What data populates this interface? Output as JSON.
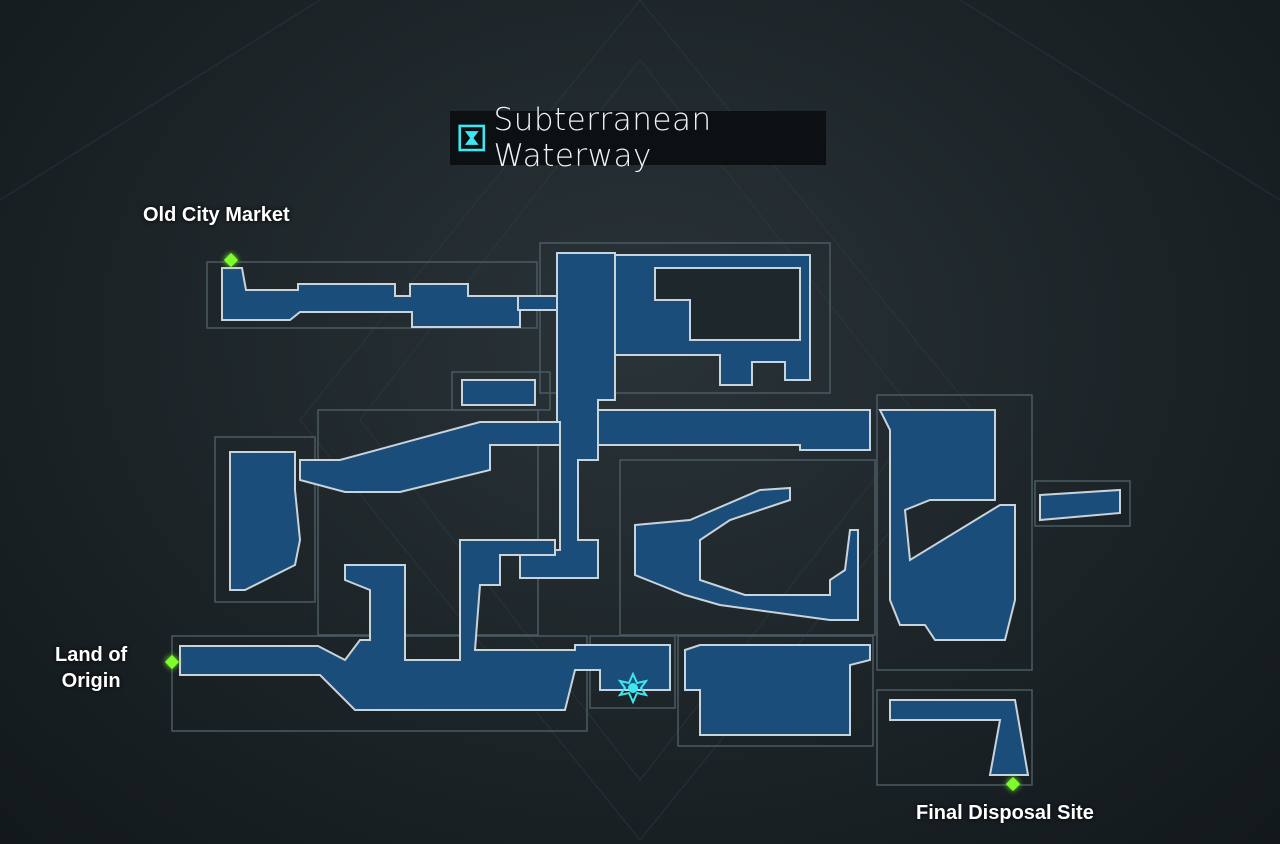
{
  "map": {
    "title": "Subterranean Waterway",
    "title_icon": "area-emblem-icon",
    "save_point_icon": "snowflake-save-icon",
    "exits": [
      {
        "label": "Old City Market",
        "icon": "exit-diamond-icon"
      },
      {
        "label": "Land of",
        "label2": "Origin",
        "icon": "exit-diamond-icon"
      },
      {
        "label": "Final Disposal Site",
        "icon": "exit-diamond-icon"
      }
    ]
  },
  "colors": {
    "water": "#1b4d7a",
    "wall": "#c9d3da",
    "frame": "#4a5a62",
    "exit": "#7dff2c",
    "accent": "#3ee6f0"
  }
}
